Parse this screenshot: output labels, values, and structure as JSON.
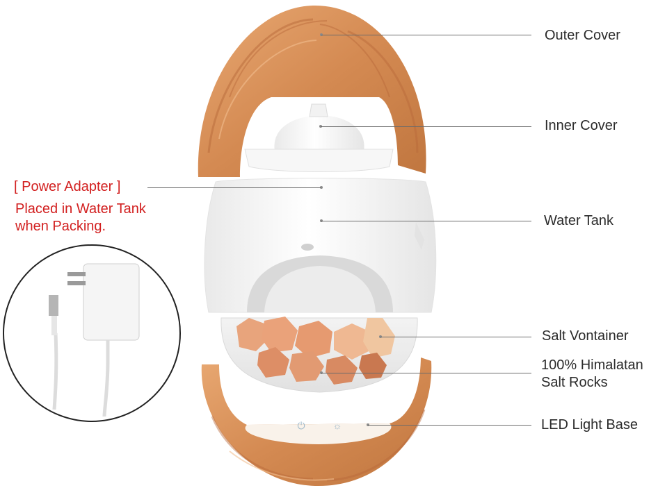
{
  "callouts": {
    "outer_cover": "Outer Cover",
    "inner_cover": "Inner Cover",
    "water_tank": "Water Tank",
    "salt_container": "Salt Vontainer",
    "salt_rocks_line1": "100% Himalatan",
    "salt_rocks_line2": "Salt Rocks",
    "led_base": "LED Light Base"
  },
  "adapter_note": {
    "title": "[ Power Adapter ]",
    "line1": "Placed in Water Tank",
    "line2": "when Packing."
  },
  "controls": {
    "power_icon": "power-icon",
    "light_icon": "light-icon"
  },
  "colors": {
    "wood": "#d9925a",
    "wood_dark": "#b8693a",
    "white_part": "#f6f6f6",
    "salt": "#e6a07a",
    "accent_red": "#d21f1f",
    "label_text": "#2b2b2b"
  }
}
